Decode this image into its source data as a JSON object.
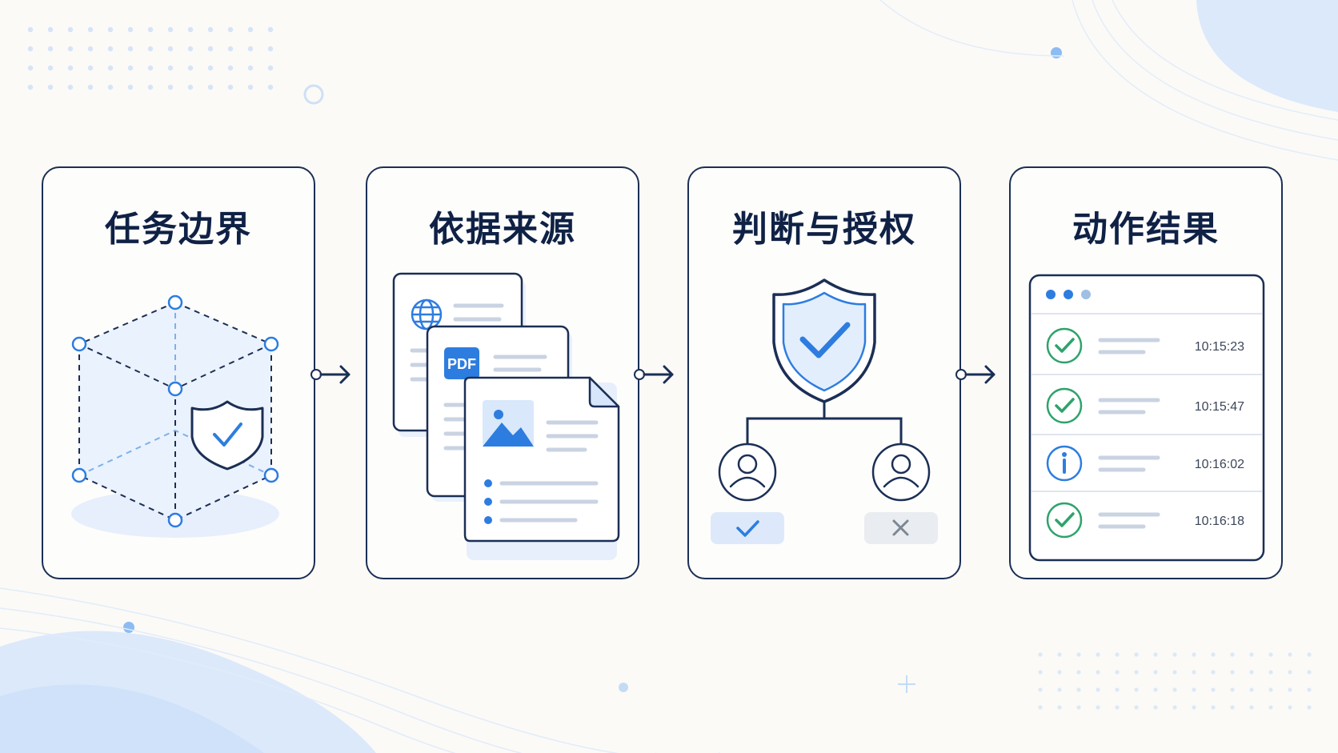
{
  "steps": [
    {
      "title": "任务边界",
      "icon": "bounded-cube-shield-icon"
    },
    {
      "title": "依据来源",
      "icon": "source-documents-icon"
    },
    {
      "title": "判断与授权",
      "icon": "shield-approval-icon"
    },
    {
      "title": "动作结果",
      "icon": "action-log-window-icon"
    }
  ],
  "sources": {
    "pdf_badge": "PDF",
    "doc_icons": [
      "globe-icon",
      "pdf-icon",
      "image-icon"
    ]
  },
  "authorization": {
    "approvers": [
      {
        "decision": "approve",
        "icon": "check-icon"
      },
      {
        "decision": "reject",
        "icon": "close-icon"
      }
    ]
  },
  "results": {
    "log": [
      {
        "status": "success",
        "icon": "check-circle-icon",
        "time": "10:15:23"
      },
      {
        "status": "success",
        "icon": "check-circle-icon",
        "time": "10:15:47"
      },
      {
        "status": "info",
        "icon": "info-circle-icon",
        "time": "10:16:02"
      },
      {
        "status": "success",
        "icon": "check-circle-icon",
        "time": "10:16:18"
      }
    ]
  },
  "colors": {
    "navy": "#1b2f55",
    "accent_blue": "#2d7de0",
    "success_green": "#2ea36b",
    "light_blue_fill": "#e3eefc"
  }
}
